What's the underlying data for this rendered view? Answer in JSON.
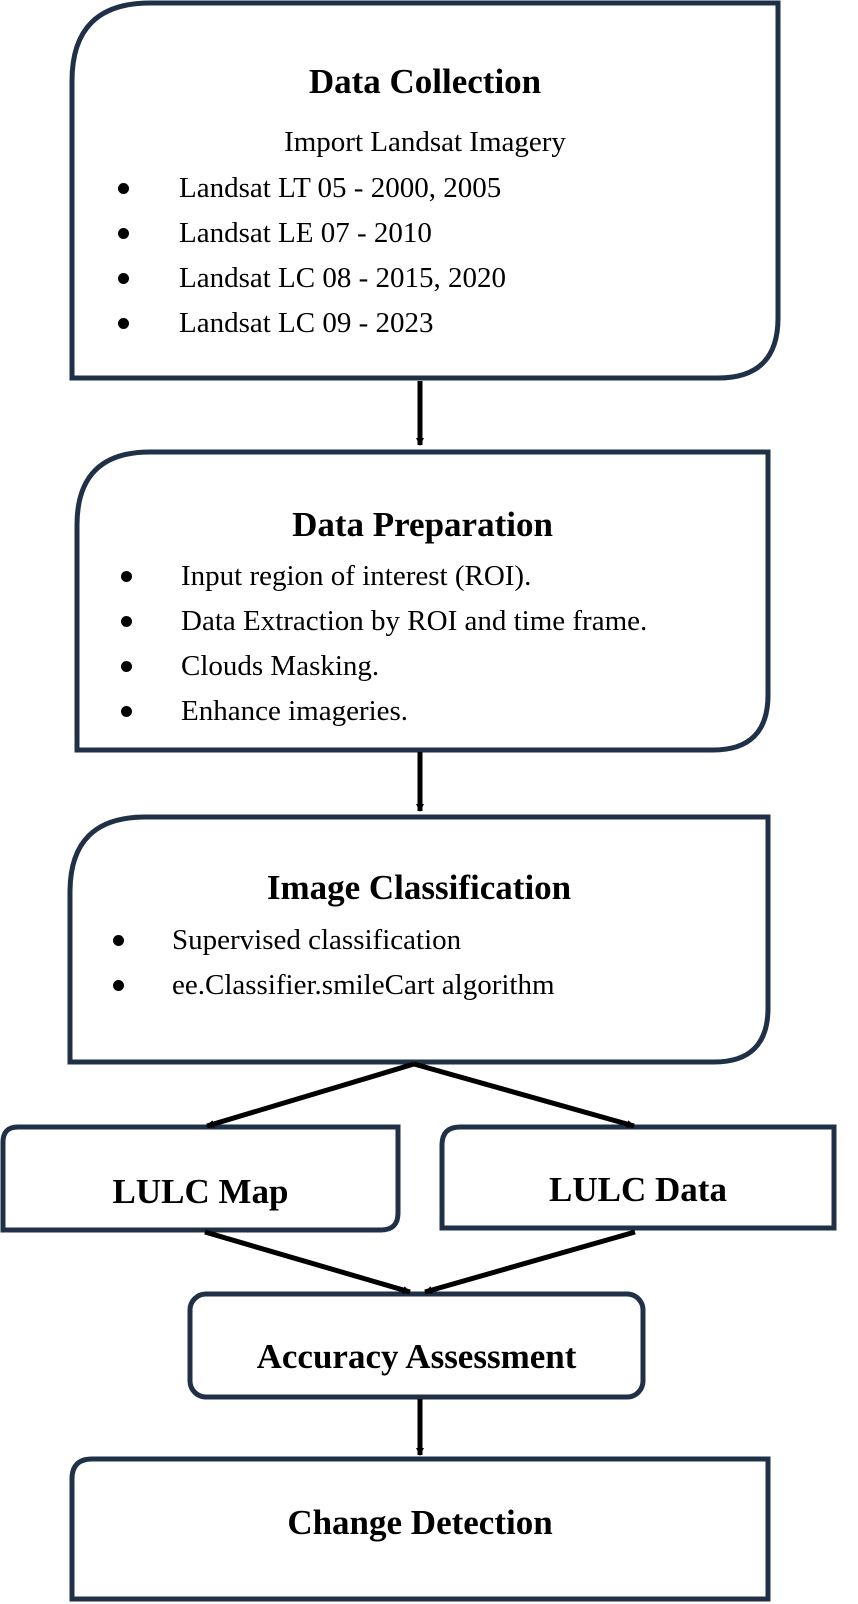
{
  "nodes": {
    "data_collection": {
      "title": "Data Collection",
      "subtitle": "Import Landsat Imagery",
      "items": [
        "Landsat LT 05 - 2000, 2005",
        "Landsat LE 07 - 2010",
        "Landsat LC 08 - 2015, 2020",
        "Landsat LC 09 - 2023"
      ]
    },
    "data_preparation": {
      "title": "Data Preparation",
      "items": [
        "Input region of interest (ROI).",
        "Data Extraction by ROI and time frame.",
        "Clouds Masking.",
        "Enhance imageries."
      ]
    },
    "image_classification": {
      "title": "Image Classification",
      "items": [
        "Supervised classification",
        "ee.Classifier.smileCart algorithm"
      ]
    },
    "lulc_map": {
      "title": "LULC Map"
    },
    "lulc_data": {
      "title": "LULC Data"
    },
    "accuracy_assessment": {
      "title": "Accuracy Assessment"
    },
    "change_detection": {
      "title": "Change Detection"
    }
  },
  "edges": [
    {
      "from": "data_collection",
      "to": "data_preparation"
    },
    {
      "from": "data_preparation",
      "to": "image_classification"
    },
    {
      "from": "image_classification",
      "to": "lulc_map"
    },
    {
      "from": "image_classification",
      "to": "lulc_data"
    },
    {
      "from": "lulc_map",
      "to": "accuracy_assessment"
    },
    {
      "from": "lulc_data",
      "to": "accuracy_assessment"
    },
    {
      "from": "accuracy_assessment",
      "to": "change_detection"
    }
  ],
  "colors": {
    "box_border": "#1f3047",
    "arrow": "#000000"
  }
}
